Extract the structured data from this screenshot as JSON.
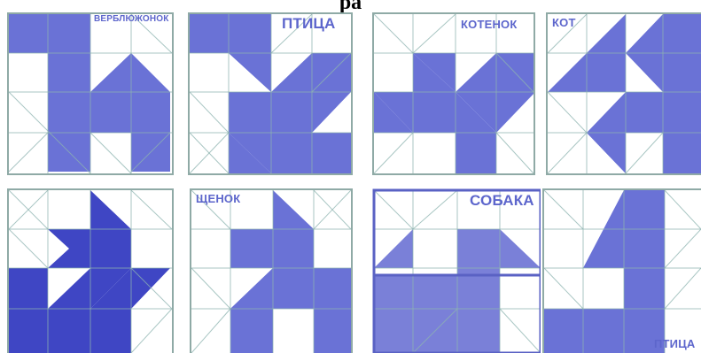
{
  "page": {
    "title": "ра"
  },
  "colors": {
    "fill": "#6a72d6",
    "fill_dark": "#3f46c4",
    "fill_light": "#7a80d8",
    "grid": "#8db4b0",
    "frame": "#8faaa6",
    "frame_dark": "#5a62c4",
    "label": "#5d66cc"
  },
  "puzzles": [
    {
      "id": "camel",
      "label": "ВЕРБЛЮЖОНОК",
      "variant": "default"
    },
    {
      "id": "bird-1",
      "label": "ПТИЦА",
      "variant": "default"
    },
    {
      "id": "kitten",
      "label": "КОТЕНОК",
      "variant": "default"
    },
    {
      "id": "cat",
      "label": "КОТ",
      "variant": "default"
    },
    {
      "id": "swan",
      "label": "",
      "variant": "dark"
    },
    {
      "id": "puppy",
      "label": "ЩЕНОК",
      "variant": "default"
    },
    {
      "id": "dog",
      "label": "СОБАКА",
      "variant": "light"
    },
    {
      "id": "bird-2",
      "label": "ПТИЦА",
      "variant": "default"
    }
  ]
}
